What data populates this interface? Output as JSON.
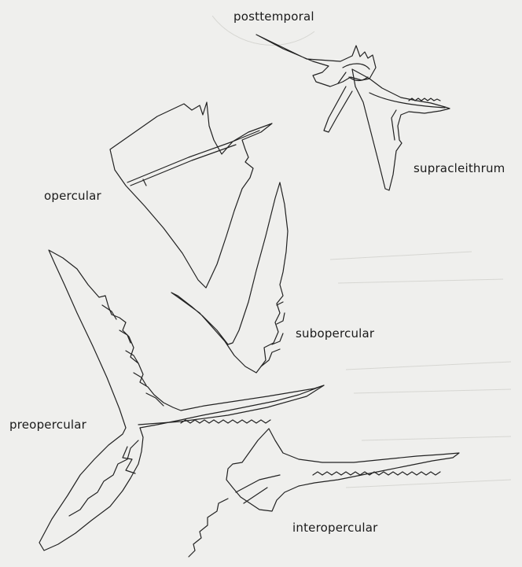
{
  "labels": {
    "posttemporal": "posttemporal",
    "supracleithrum": "supracleithrum",
    "opercular": "opercular",
    "subopercular": "subopercular",
    "preopercular": "preopercular",
    "interopercular": "interopercular"
  },
  "colors": {
    "background": "#efefed",
    "line": "#222222"
  }
}
